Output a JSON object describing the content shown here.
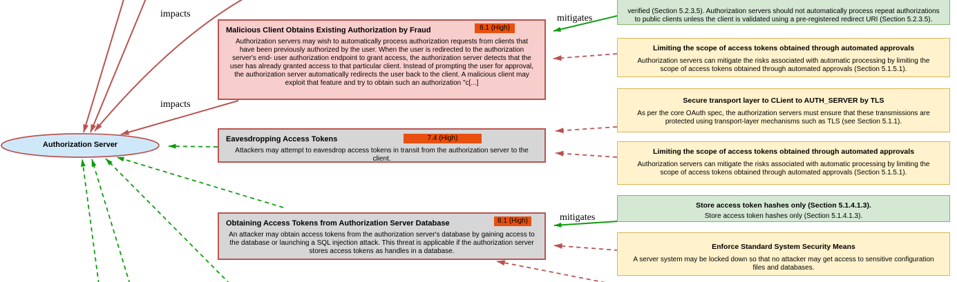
{
  "entity": {
    "label": "Authorization Server"
  },
  "edge_labels": {
    "impacts_top": "impacts",
    "impacts_middle": "impacts",
    "mitigates_top": "mitigates",
    "mitigates_bottom": "mitigates"
  },
  "threats": [
    {
      "title": "Malicious Client Obtains Existing Authorization by Fraud",
      "severity": "8.1 (High)",
      "description": "Authorization servers may wish to automatically process authorization requests from clients that have been previously authorized by the user. When the user is redirected to the authorization server's end- user authorization endpoint to grant access, the authorization server detects that the user has already granted access to that particular client. Instead of prompting the user for approval, the authorization server automatically redirects the user back to the client.  A malicious client may exploit that feature and try to obtain such an authorization \"c[...]"
    },
    {
      "title": "Eavesdropping Access Tokens",
      "severity": "7.4 (High)",
      "description": "Attackers may attempt to eavesdrop access tokens in transit from the authorization server to the client."
    },
    {
      "title": "Obtaining Access Tokens from Authorization Server Database",
      "severity": "8.1 (High)",
      "description": "An attacker may obtain access tokens from the authorization server's database by gaining access to the database or launching a SQL injection attack.   This threat is applicable if the authorization server stores access tokens as handles in a database."
    }
  ],
  "mitigations": [
    {
      "kind": "green",
      "description": "verified (Section 5.2.3.5). Authorization servers should not automatically process repeat authorizations to public clients unless the client is validated using a pre-registered redirect URI (Section 5.2.3.5)."
    },
    {
      "kind": "yellow",
      "title": "Limiting the scope of access tokens obtained through automated approvals",
      "description": "Authorization servers can mitigate the risks associated with automatic processing by limiting the scope of access tokens obtained through automated approvals (Section 5.1.5.1)."
    },
    {
      "kind": "yellow",
      "title": "Secure transport layer to CLient to AUTH_SERVER by TLS",
      "description": "As per the core OAuth spec, the authorization servers must ensure that these transmissions are protected using transport-layer mechanisms such as TLS (see Section 5.1.1)."
    },
    {
      "kind": "yellow",
      "title": "Limiting the scope of access tokens obtained through automated approvals",
      "description": "Authorization servers can mitigate the risks associated with automatic processing by limiting the scope of access tokens obtained through automated approvals (Section 5.1.5.1)."
    },
    {
      "kind": "green",
      "title": "Store access token hashes only (Section 5.1.4.1.3).",
      "description": "Store access token hashes only (Section 5.1.4.1.3)."
    },
    {
      "kind": "yellow",
      "title": "Enforce Standard System Security Means",
      "description": "A server system may be locked down so that no attacker may get access to sensitive configuration files and databases."
    }
  ],
  "colors": {
    "threat_fill": "#f8cecc",
    "threat_gray_fill": "#d6d6d6",
    "threat_border": "#b85450",
    "severity_badge": "#e8500f",
    "mitigation_green_fill": "#d5e8d4",
    "mitigation_green_border": "#82b366",
    "mitigation_yellow_fill": "#fff2cc",
    "mitigation_yellow_border": "#d6b656",
    "entity_fill": "#cfe8f9",
    "impact_edge": "#b85450",
    "mitigate_edge": "#0e9c0e"
  }
}
